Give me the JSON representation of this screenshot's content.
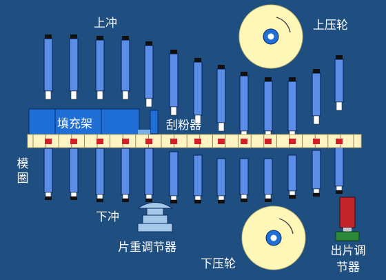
{
  "labels": {
    "upper_punch": "上冲",
    "upper_roller": "上压轮",
    "filler": "填充架",
    "scraper": "刮粉器",
    "die_ring": "模圈",
    "lower_punch": "下冲",
    "weight_adjuster": "片重调节器",
    "lower_roller": "下压轮",
    "ejection_adjuster": "出片调节器"
  },
  "colors": {
    "background": "#1f4f80",
    "punch_body": "#5a8ee6",
    "punch_outline": "#0d2a66",
    "punch_tip": "#ffffff",
    "die_plate": "#fff3c4",
    "die_hole": "#d61f24",
    "filler_box": "#1f6fd6",
    "roller": "#fff7b8",
    "roller_hub": "#1f6fd6",
    "adjuster_top": "#a5c8e8",
    "ejection_body": "#c4252b",
    "ejection_base": "#2a8a3a"
  }
}
